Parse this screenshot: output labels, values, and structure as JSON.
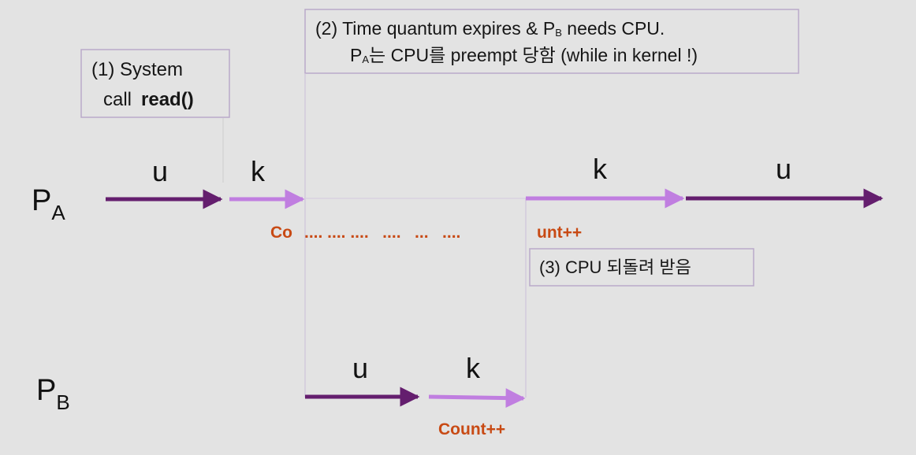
{
  "processes": {
    "a": {
      "letter": "P",
      "subscript": "A"
    },
    "b": {
      "letter": "P",
      "subscript": "B"
    }
  },
  "segments": {
    "pa_user_1": "u",
    "pa_kernel_1": "k",
    "pa_kernel_2": "k",
    "pa_user_2": "u",
    "pb_user": "u",
    "pb_kernel": "k"
  },
  "callouts": {
    "syscall": {
      "line1": "(1) System",
      "line2_prefix": "call",
      "line2_bold": "read()"
    },
    "preempt": {
      "line1": "(2) Time quantum expires & P",
      "line1_sub": "B",
      "line1_suffix": " needs CPU.",
      "line2_prefix": "P",
      "line2_sub": "A",
      "line2_suffix": "는 CPU를 preempt 당함 (while in kernel !)"
    },
    "return": {
      "text": "(3) CPU 되돌려 받음"
    }
  },
  "counters": {
    "pa_start": "Co",
    "pa_dots": ".... .... ....   ....   ...   ....",
    "pa_end": "unt++",
    "pb": "Count++"
  },
  "colors": {
    "background": "#e3e3e3",
    "user_mode": "#641e6e",
    "kernel_mode": "#c07ee0",
    "counter_text": "#c84a14",
    "box_border": "#b9a9c9",
    "guide_line": "#cfc3da"
  }
}
